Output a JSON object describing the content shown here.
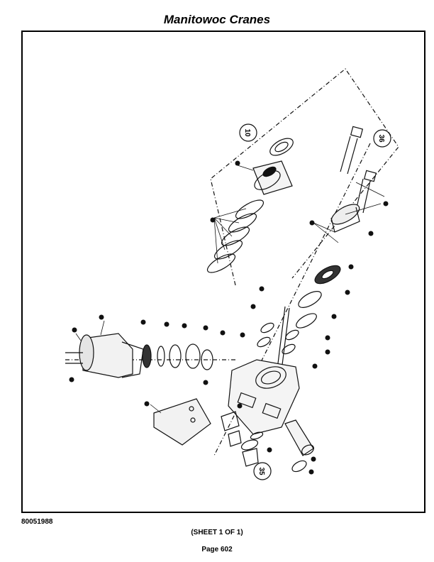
{
  "header": {
    "title": "Manitowoc Cranes"
  },
  "drawing": {
    "callouts": {
      "c10": "10",
      "c36": "36",
      "c35": "35"
    }
  },
  "footer": {
    "doc_number": "80051988",
    "sheet": "(SHEET 1 OF 1)",
    "page": "Page 602"
  }
}
